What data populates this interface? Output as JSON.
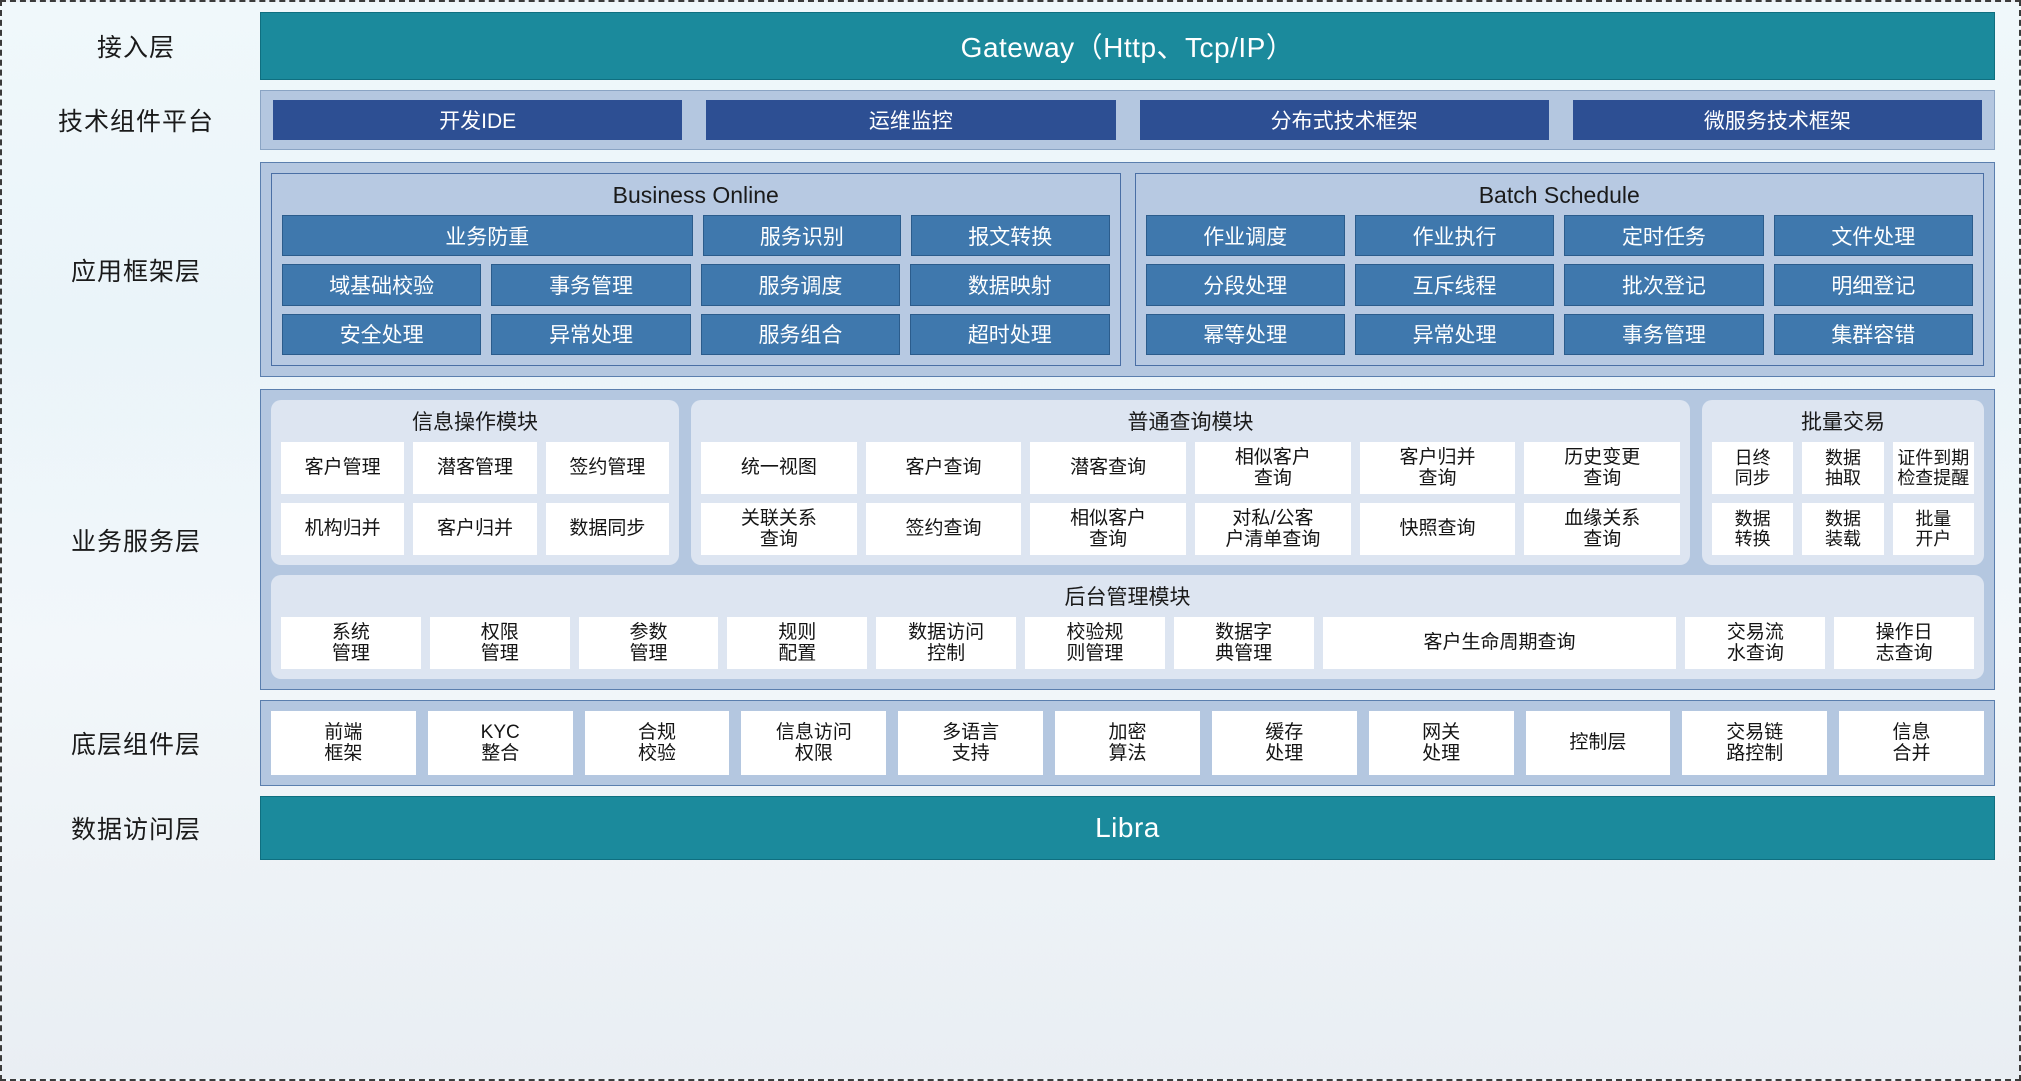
{
  "theme": {
    "teal": "#1b8a9c",
    "band_blue": "#b4c7e0",
    "chip_blue": "#2d4f93",
    "framework_cell": "#3f78ad",
    "card_bg": "#dde5f1",
    "cell_white": "#ffffff"
  },
  "layers": [
    {
      "key": "access",
      "label": "接入层"
    },
    {
      "key": "tech",
      "label": "技术组件平台"
    },
    {
      "key": "appfw",
      "label": "应用框架层"
    },
    {
      "key": "bizsvc",
      "label": "业务服务层"
    },
    {
      "key": "basecomp",
      "label": "底层组件层"
    },
    {
      "key": "dataacc",
      "label": "数据访问层"
    }
  ],
  "access": {
    "gateway_label": "Gateway（Http、Tcp/IP）"
  },
  "tech": {
    "chips": [
      {
        "label": "开发IDE"
      },
      {
        "label": "运维监控"
      },
      {
        "label": "分布式技术框架"
      },
      {
        "label": "微服务技术框架"
      }
    ]
  },
  "appfw": {
    "groups": [
      {
        "title": "Business Online",
        "rows": [
          [
            {
              "label": "业务防重",
              "span": 2
            },
            {
              "label": "服务识别",
              "span": 1
            },
            {
              "label": "报文转换",
              "span": 1
            }
          ],
          [
            {
              "label": "域基础校验",
              "span": 1
            },
            {
              "label": "事务管理",
              "span": 1
            },
            {
              "label": "服务调度",
              "span": 1
            },
            {
              "label": "数据映射",
              "span": 1
            }
          ],
          [
            {
              "label": "安全处理",
              "span": 1
            },
            {
              "label": "异常处理",
              "span": 1
            },
            {
              "label": "服务组合",
              "span": 1
            },
            {
              "label": "超时处理",
              "span": 1
            }
          ]
        ]
      },
      {
        "title": "Batch Schedule",
        "rows": [
          [
            {
              "label": "作业调度",
              "span": 1
            },
            {
              "label": "作业执行",
              "span": 1
            },
            {
              "label": "定时任务",
              "span": 1
            },
            {
              "label": "文件处理",
              "span": 1
            }
          ],
          [
            {
              "label": "分段处理",
              "span": 1
            },
            {
              "label": "互斥线程",
              "span": 1
            },
            {
              "label": "批次登记",
              "span": 1
            },
            {
              "label": "明细登记",
              "span": 1
            }
          ],
          [
            {
              "label": "幂等处理",
              "span": 1
            },
            {
              "label": "异常处理",
              "span": 1
            },
            {
              "label": "事务管理",
              "span": 1
            },
            {
              "label": "集群容错",
              "span": 1
            }
          ]
        ]
      }
    ]
  },
  "bizsvc": {
    "top_modules": [
      {
        "title": "信息操作模块",
        "rows": [
          [
            {
              "label": "客户管理"
            },
            {
              "label": "潜客管理"
            },
            {
              "label": "签约管理"
            }
          ],
          [
            {
              "label": "机构归并"
            },
            {
              "label": "客户归并"
            },
            {
              "label": "数据同步"
            }
          ]
        ]
      },
      {
        "title": "普通查询模块",
        "rows": [
          [
            {
              "label": "统一视图"
            },
            {
              "label": "客户查询"
            },
            {
              "label": "潜客查询"
            },
            {
              "label": "相似客户\n查询"
            },
            {
              "label": "客户归并\n查询"
            },
            {
              "label": "历史变更\n查询"
            }
          ],
          [
            {
              "label": "关联关系\n查询"
            },
            {
              "label": "签约查询"
            },
            {
              "label": "相似客户\n查询"
            },
            {
              "label": "对私/公客\n户清单查询"
            },
            {
              "label": "快照查询"
            },
            {
              "label": "血缘关系\n查询"
            }
          ]
        ]
      },
      {
        "title": "批量交易",
        "rows": [
          [
            {
              "label": "日终\n同步"
            },
            {
              "label": "数据\n抽取"
            },
            {
              "label": "证件到期\n检查提醒"
            }
          ],
          [
            {
              "label": "数据\n转换"
            },
            {
              "label": "数据\n装载"
            },
            {
              "label": "批量\n开户"
            }
          ]
        ]
      }
    ],
    "bottom_module": {
      "title": "后台管理模块",
      "cells": [
        {
          "label": "系统\n管理",
          "wide": false
        },
        {
          "label": "权限\n管理",
          "wide": false
        },
        {
          "label": "参数\n管理",
          "wide": false
        },
        {
          "label": "规则\n配置",
          "wide": false
        },
        {
          "label": "数据访问\n控制",
          "wide": false
        },
        {
          "label": "校验规\n则管理",
          "wide": false
        },
        {
          "label": "数据字\n典管理",
          "wide": false
        },
        {
          "label": "客户生命周期查询",
          "wide": true
        },
        {
          "label": "交易流\n水查询",
          "wide": false
        },
        {
          "label": "操作日\n志查询",
          "wide": false
        }
      ]
    }
  },
  "basecomp": {
    "cells": [
      {
        "label": "前端\n框架"
      },
      {
        "label": "KYC\n整合"
      },
      {
        "label": "合规\n校验"
      },
      {
        "label": "信息访问\n权限"
      },
      {
        "label": "多语言\n支持"
      },
      {
        "label": "加密\n算法"
      },
      {
        "label": "缓存\n处理"
      },
      {
        "label": "网关\n处理"
      },
      {
        "label": "控制层"
      },
      {
        "label": "交易链\n路控制"
      },
      {
        "label": "信息\n合并"
      }
    ]
  },
  "dataacc": {
    "libra_label": "Libra"
  }
}
